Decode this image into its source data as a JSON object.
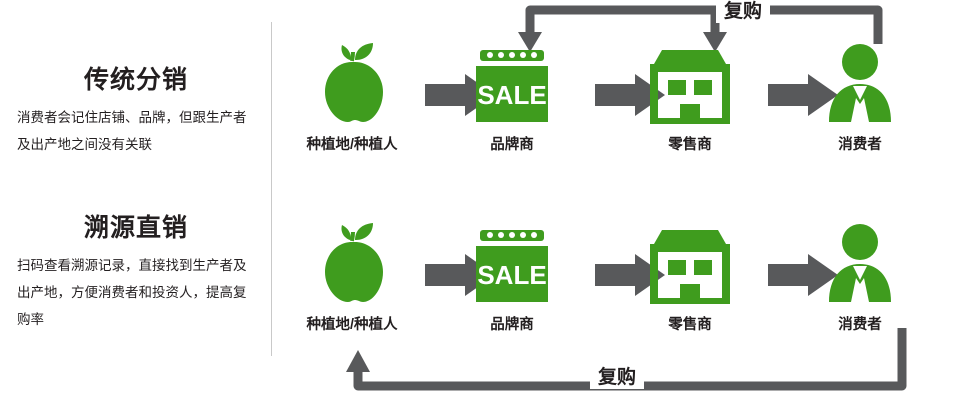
{
  "colors": {
    "green": "#3f9c1e",
    "dark_gray": "#58595b",
    "text": "#231f20",
    "divider": "#c9c9c9"
  },
  "left_panel": {
    "sections": [
      {
        "title": "传统分销",
        "description": "消费者会记住店铺、品牌，但跟生产者及出产地之间没有关联"
      },
      {
        "title": "溯源直销",
        "description": "扫码查看溯源记录，直接找到生产者及出产地，方便消费者和投资人，提高复购率"
      }
    ]
  },
  "diagram": {
    "rows": [
      {
        "id": "traditional",
        "nodes": [
          {
            "icon": "apple-icon",
            "label": "种植地/种植人"
          },
          {
            "icon": "sale-store-icon",
            "label": "品牌商"
          },
          {
            "icon": "retail-store-icon",
            "label": "零售商"
          },
          {
            "icon": "consumer-icon",
            "label": "消费者"
          }
        ],
        "loop_label": "复购"
      },
      {
        "id": "traceable",
        "nodes": [
          {
            "icon": "apple-icon",
            "label": "种植地/种植人"
          },
          {
            "icon": "sale-store-icon",
            "label": "品牌商"
          },
          {
            "icon": "retail-store-icon",
            "label": "零售商"
          },
          {
            "icon": "consumer-icon",
            "label": "消费者"
          }
        ],
        "loop_label": "复购"
      }
    ],
    "flow_arrow": "right-arrow-icon",
    "store_sign_text": "SALE"
  }
}
